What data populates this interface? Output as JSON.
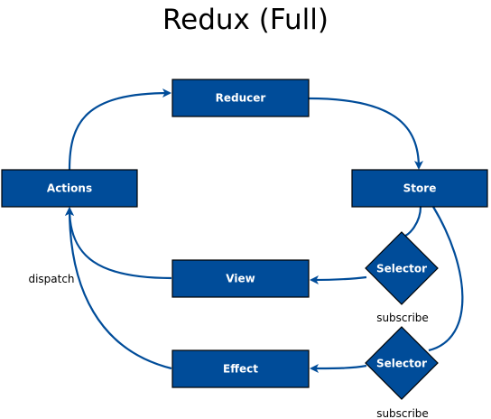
{
  "title": "Redux (Full)",
  "nodes": {
    "reducer": "Reducer",
    "actions": "Actions",
    "store": "Store",
    "view": "View",
    "effect": "Effect",
    "selector_view": "Selector",
    "selector_effect": "Selector"
  },
  "edge_labels": {
    "dispatch": "dispatch",
    "subscribe_view": "subscribe",
    "subscribe_effect": "subscribe"
  },
  "colors": {
    "node_fill": "#004c99",
    "node_stroke": "#000000",
    "edge": "#004c99",
    "text_on_node": "#ffffff"
  }
}
